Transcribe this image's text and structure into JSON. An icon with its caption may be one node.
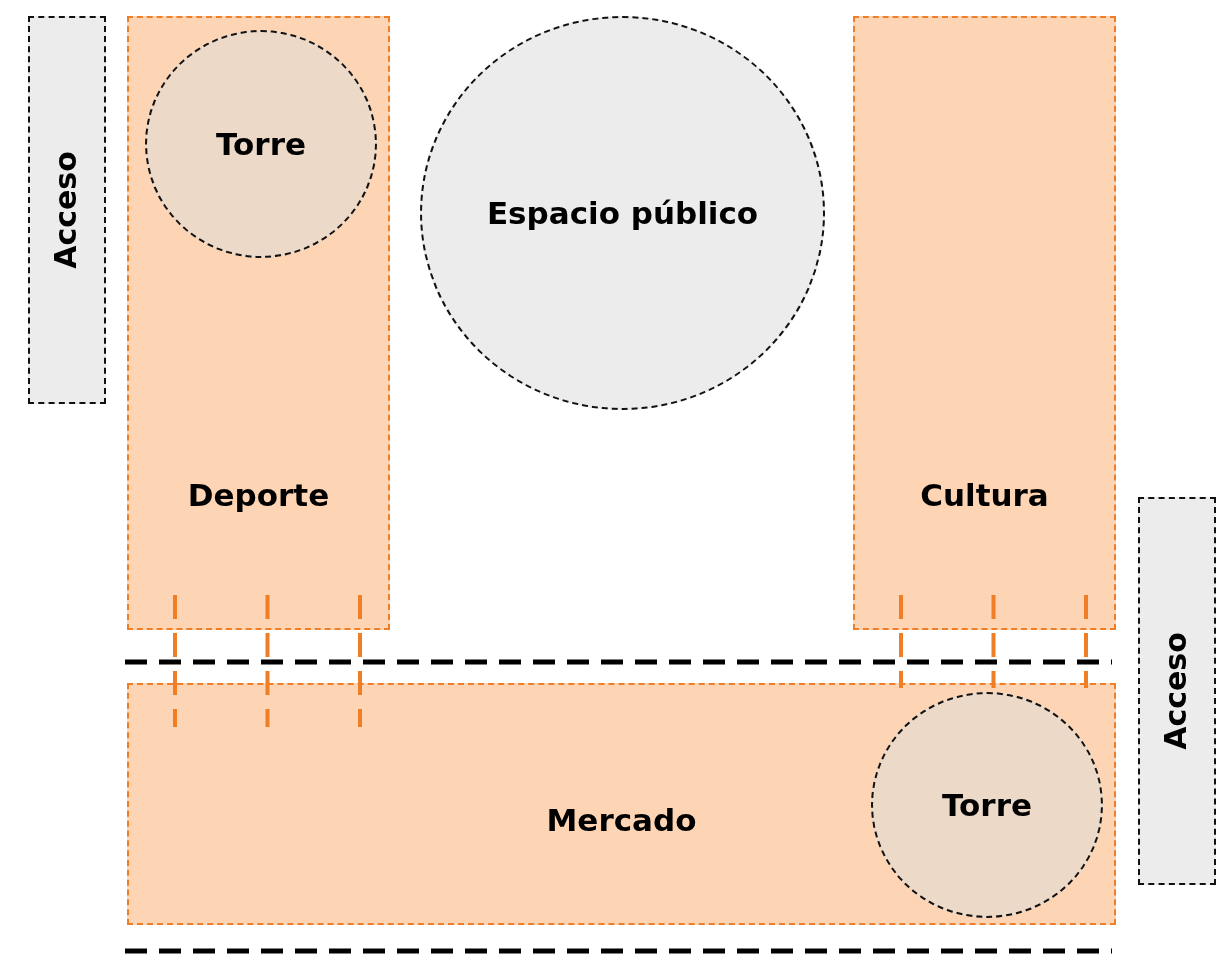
{
  "diagram": {
    "nodes": [
      {
        "text": [
          "Acceso"
        ]
      },
      {
        "text": [
          "Deporte"
        ]
      },
      {
        "text": [
          "Torre"
        ],
        "in": 1
      },
      {
        "text": [
          "Espacio público"
        ]
      },
      {
        "text": [
          "Cultura"
        ]
      },
      {
        "text": [
          "Acceso"
        ]
      },
      {
        "text": [
          "Mercado"
        ]
      },
      {
        "text": [
          "Torre"
        ],
        "in": 6
      }
    ],
    "edges": [
      {
        "from": 1,
        "to": 6,
        "arrow": "none",
        "style": "dashed"
      },
      {
        "from": 1,
        "to": 6,
        "arrow": "none",
        "style": "dashed"
      },
      {
        "from": 1,
        "to": 6,
        "arrow": "none",
        "style": "dashed"
      },
      {
        "from": 4,
        "to": 6,
        "arrow": "none",
        "style": "dashed"
      },
      {
        "from": 4,
        "to": 6,
        "arrow": "none",
        "style": "dashed"
      },
      {
        "from": 4,
        "to": 6,
        "arrow": "none",
        "style": "dashed"
      }
    ]
  }
}
